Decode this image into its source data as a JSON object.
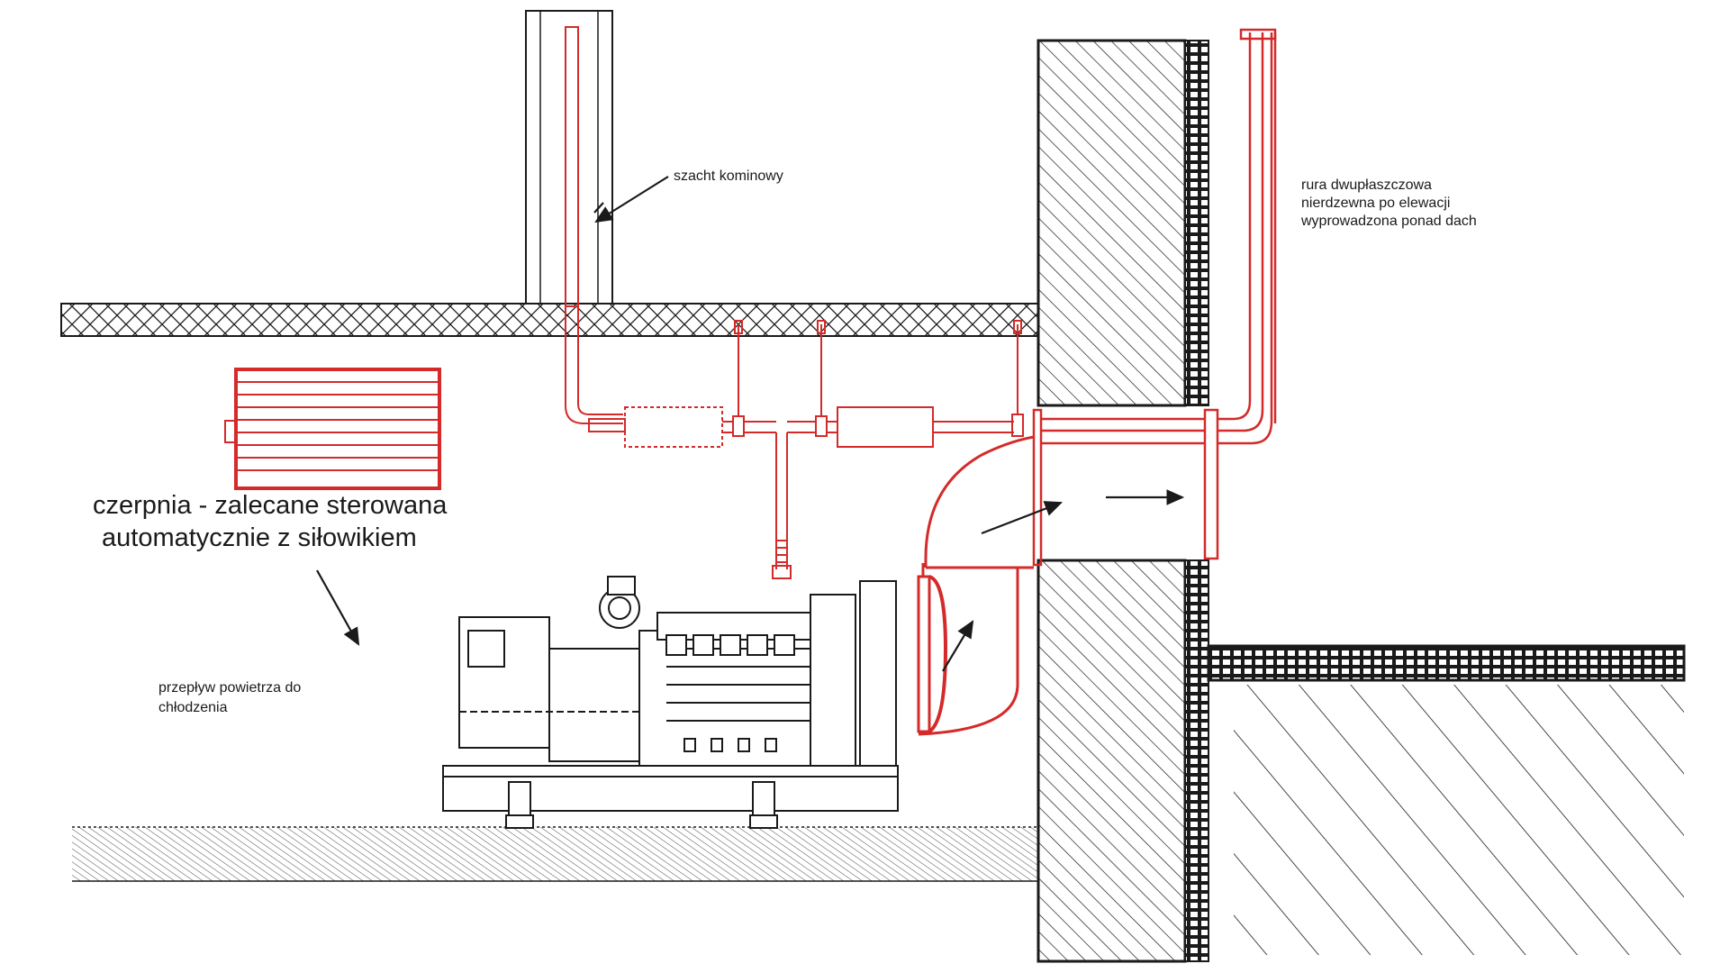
{
  "labels": {
    "szacht": "szacht kominowy",
    "rura": [
      "rura dwupłaszczowa",
      "nierdzewna po elewacji",
      "wyprowadzona ponad dach"
    ],
    "czerpnia": [
      "czerpnia - zalecane sterowana",
      "automatycznie z siłowikiem"
    ],
    "przeplyw": [
      "przepływ powietrza do",
      "chłodzenia"
    ]
  },
  "colors": {
    "exhaust": "#d42a2a",
    "structure": "#1a1a1a",
    "background": "#ffffff"
  },
  "icons": [
    "arrow-icon",
    "louver-icon"
  ]
}
